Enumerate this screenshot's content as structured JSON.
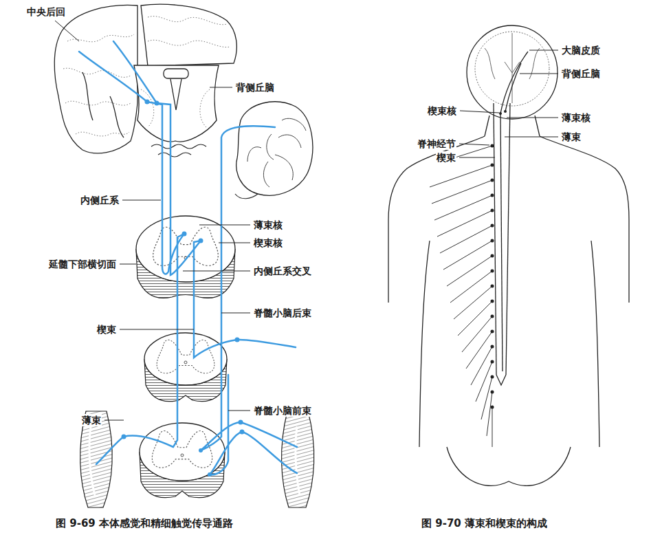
{
  "diagram": {
    "labels": [
      "中央后回",
      "背侧丘脑",
      "内侧丘系",
      "薄束核",
      "楔束核",
      "延髓下部横切面",
      "内侧丘系交叉",
      "脊髓小脑后束",
      "楔束",
      "脊髓小脑前束",
      "薄束",
      "图 9-69  本体感觉和精细触觉传导通路",
      "大脑皮质",
      "背侧丘脑",
      "楔束核",
      "薄束核",
      "脊神经节",
      "楔束",
      "薄束",
      "图 9-70  薄束和楔束的构成"
    ]
  }
}
